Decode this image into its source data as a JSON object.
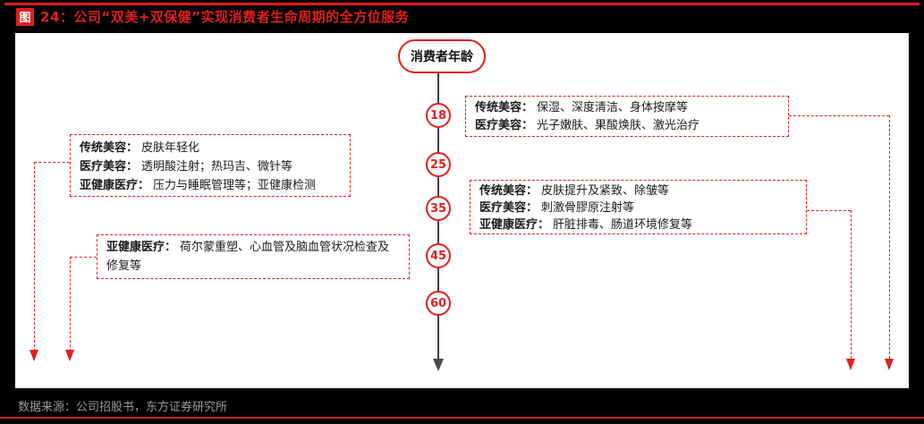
{
  "title": {
    "badge": "图",
    "text": "24：公司“双美+双保健”实现消费者生命周期的全方位服务"
  },
  "timeline": {
    "header": "消费者年龄",
    "ages": [
      "18",
      "25",
      "35",
      "45",
      "60"
    ]
  },
  "boxes": {
    "right_top": {
      "lines": [
        {
          "label": "传统美容：",
          "text": "保湿、深度清洁、身体按摩等"
        },
        {
          "label": "医疗美容：",
          "text": "光子嫩肤、果酸焕肤、激光治疗"
        }
      ]
    },
    "left_top": {
      "lines": [
        {
          "label": "传统美容：",
          "text": "皮肤年轻化"
        },
        {
          "label": "医疗美容：",
          "text": "透明酸注射；热玛吉、微针等"
        },
        {
          "label": "亚健康医疗：",
          "text": "压力与睡眠管理等；亚健康检测"
        }
      ]
    },
    "right_middle": {
      "lines": [
        {
          "label": "传统美容：",
          "text": "皮肤提升及紧致、除皱等"
        },
        {
          "label": "医疗美容：",
          "text": "刺激骨膠原注射等"
        },
        {
          "label": "亚健康医疗：",
          "text": "肝脏排毒、肠道环境修复等"
        }
      ]
    },
    "left_bottom": {
      "lines": [
        {
          "label": "亚健康医疗：",
          "text": "荷尔蒙重塑、心血管及脑血管状况检查及修复等"
        }
      ]
    }
  },
  "footer": {
    "source": "数据来源：公司招股书，东方证券研究所"
  },
  "colors": {
    "accent_red": "#e01f1f",
    "timeline_line": "#3d3d52",
    "timeline_arrow": "#4a4a4a",
    "box_text": "#1a1a1a",
    "page_background": "#000000",
    "figure_background": "#ffffff",
    "footer_text": "#9c9c9c",
    "footer_line": "#cf1a1a"
  }
}
